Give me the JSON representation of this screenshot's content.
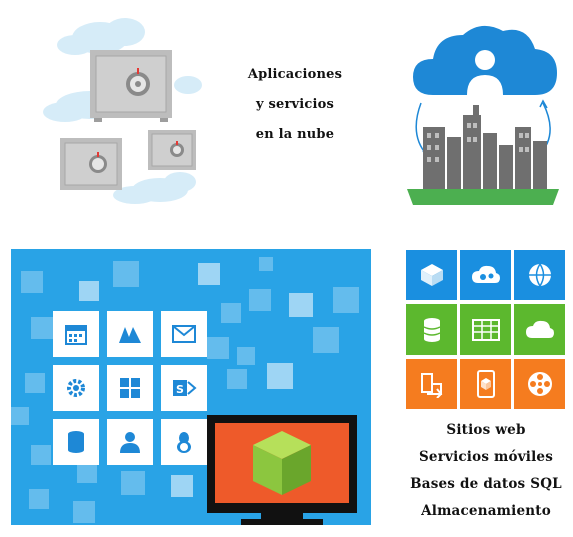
{
  "hero_caption": {
    "line1": "Aplicaciones",
    "line2": "y servicios",
    "line3": "en la nube"
  },
  "services": {
    "items": [
      "Sitios web",
      "Servicios móviles",
      "Bases de datos SQL",
      "Almacenamiento"
    ]
  },
  "colors": {
    "cloud_blue": "#1e88d6",
    "tile_blue": "#1a8fe0",
    "tile_green": "#5cb82e",
    "tile_orange": "#f57c1f",
    "building_gray": "#6f6f6f",
    "grass_green": "#4caf50",
    "safe_gray": "#b8b8b8",
    "panel_blue": "#29a3e6",
    "monitor_orange": "#ee5a2a",
    "cube_green": "#8cc63f"
  },
  "icons": {
    "top_left": [
      "safe-icon",
      "cloud-icon"
    ],
    "top_right": [
      "cloud-user-icon",
      "city-buildings-icon"
    ],
    "center_panel": [
      "calendar-icon",
      "dynamics-icon",
      "mail-icon",
      "gear-icon",
      "windows-icon",
      "sharepoint-icon",
      "database-icon",
      "user-icon",
      "linux-icon",
      "monitor-icon",
      "cube-icon"
    ],
    "service_grid": [
      "vm-icon",
      "cloud-gear-icon",
      "globe-icon",
      "sql-database-icon",
      "table-icon",
      "cloud-storage-icon",
      "deploy-icon",
      "mobile-icon",
      "media-icon"
    ]
  }
}
